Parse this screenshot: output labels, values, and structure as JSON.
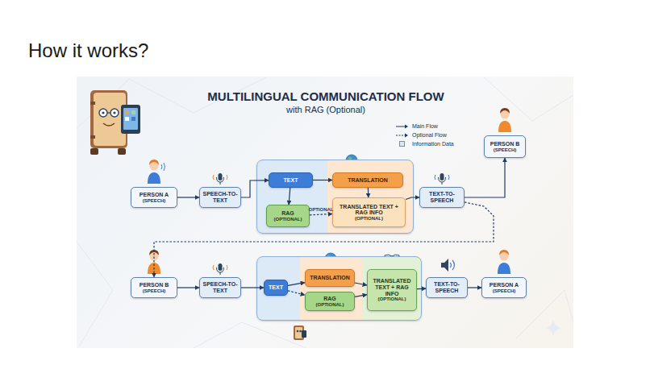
{
  "diagram": {
    "title": "How it works?",
    "nodes": [
      {
        "text": [
          "PERSON A",
          "(SPEECH)"
        ]
      },
      {
        "text": [
          "SPEECH-TO-TEXT"
        ]
      },
      {
        "text": [
          "TEXT"
        ]
      },
      {
        "text": [
          "TRANSLATION"
        ]
      },
      {
        "text": [
          "RAG",
          "(OPTIONAL)"
        ]
      },
      {
        "text": [
          "TRANSLATED TEXT + RAG INFO",
          "(OPTIONAL)"
        ]
      },
      {
        "text": [
          "TEXT-TO-SPEECH"
        ]
      },
      {
        "text": [
          "PERSON B",
          "(SPEECH)"
        ]
      },
      {
        "text": [
          "PERSON B",
          "(SPEECH)"
        ]
      },
      {
        "text": [
          "SPEECH-TO-TEXT"
        ]
      },
      {
        "text": [
          "TEXT"
        ]
      },
      {
        "text": [
          "TRANSLATION"
        ]
      },
      {
        "text": [
          "RAG",
          "(OPTIONAL)"
        ]
      },
      {
        "text": [
          "TRANSLATED TEXT + RAG INFO",
          "(OPTIONAL)"
        ]
      },
      {
        "text": [
          "TEXT-TO-SPEECH"
        ]
      },
      {
        "text": [
          "PERSON A",
          "(SPEECH)"
        ]
      }
    ],
    "edges": [
      {
        "from": 0,
        "to": 1,
        "arrow": "to"
      },
      {
        "from": 1,
        "to": 2,
        "arrow": "to"
      },
      {
        "from": 2,
        "to": 3,
        "arrow": "to"
      },
      {
        "from": 2,
        "to": 4,
        "arrow": "to"
      },
      {
        "from": 3,
        "to": 5,
        "arrow": "to"
      },
      {
        "from": 4,
        "to": 5,
        "label": "OPTIONAL",
        "arrow": "to"
      },
      {
        "from": 5,
        "to": 6,
        "arrow": "to"
      },
      {
        "from": 6,
        "to": 7,
        "arrow": "to"
      },
      {
        "from": 6,
        "to": 8,
        "arrow": "to"
      },
      {
        "from": 8,
        "to": 9,
        "arrow": "to"
      },
      {
        "from": 9,
        "to": 10,
        "arrow": "to"
      },
      {
        "from": 10,
        "to": 11,
        "arrow": "to"
      },
      {
        "from": 10,
        "to": 12,
        "arrow": "to"
      },
      {
        "from": 11,
        "to": 13,
        "arrow": "to"
      },
      {
        "from": 12,
        "to": 13,
        "arrow": "to"
      },
      {
        "from": 13,
        "to": 14,
        "arrow": "to"
      },
      {
        "from": 14,
        "to": 15,
        "arrow": "to"
      }
    ],
    "labels": [
      "MULTILINGUAL COMMUNICATION FLOW",
      "with RAG (Optional)"
    ],
    "legend": [
      {
        "text": "Main Flow"
      },
      {
        "text": "Optional Flow"
      },
      {
        "text": "Information Data",
        "color": "#dce9f7"
      }
    ]
  }
}
